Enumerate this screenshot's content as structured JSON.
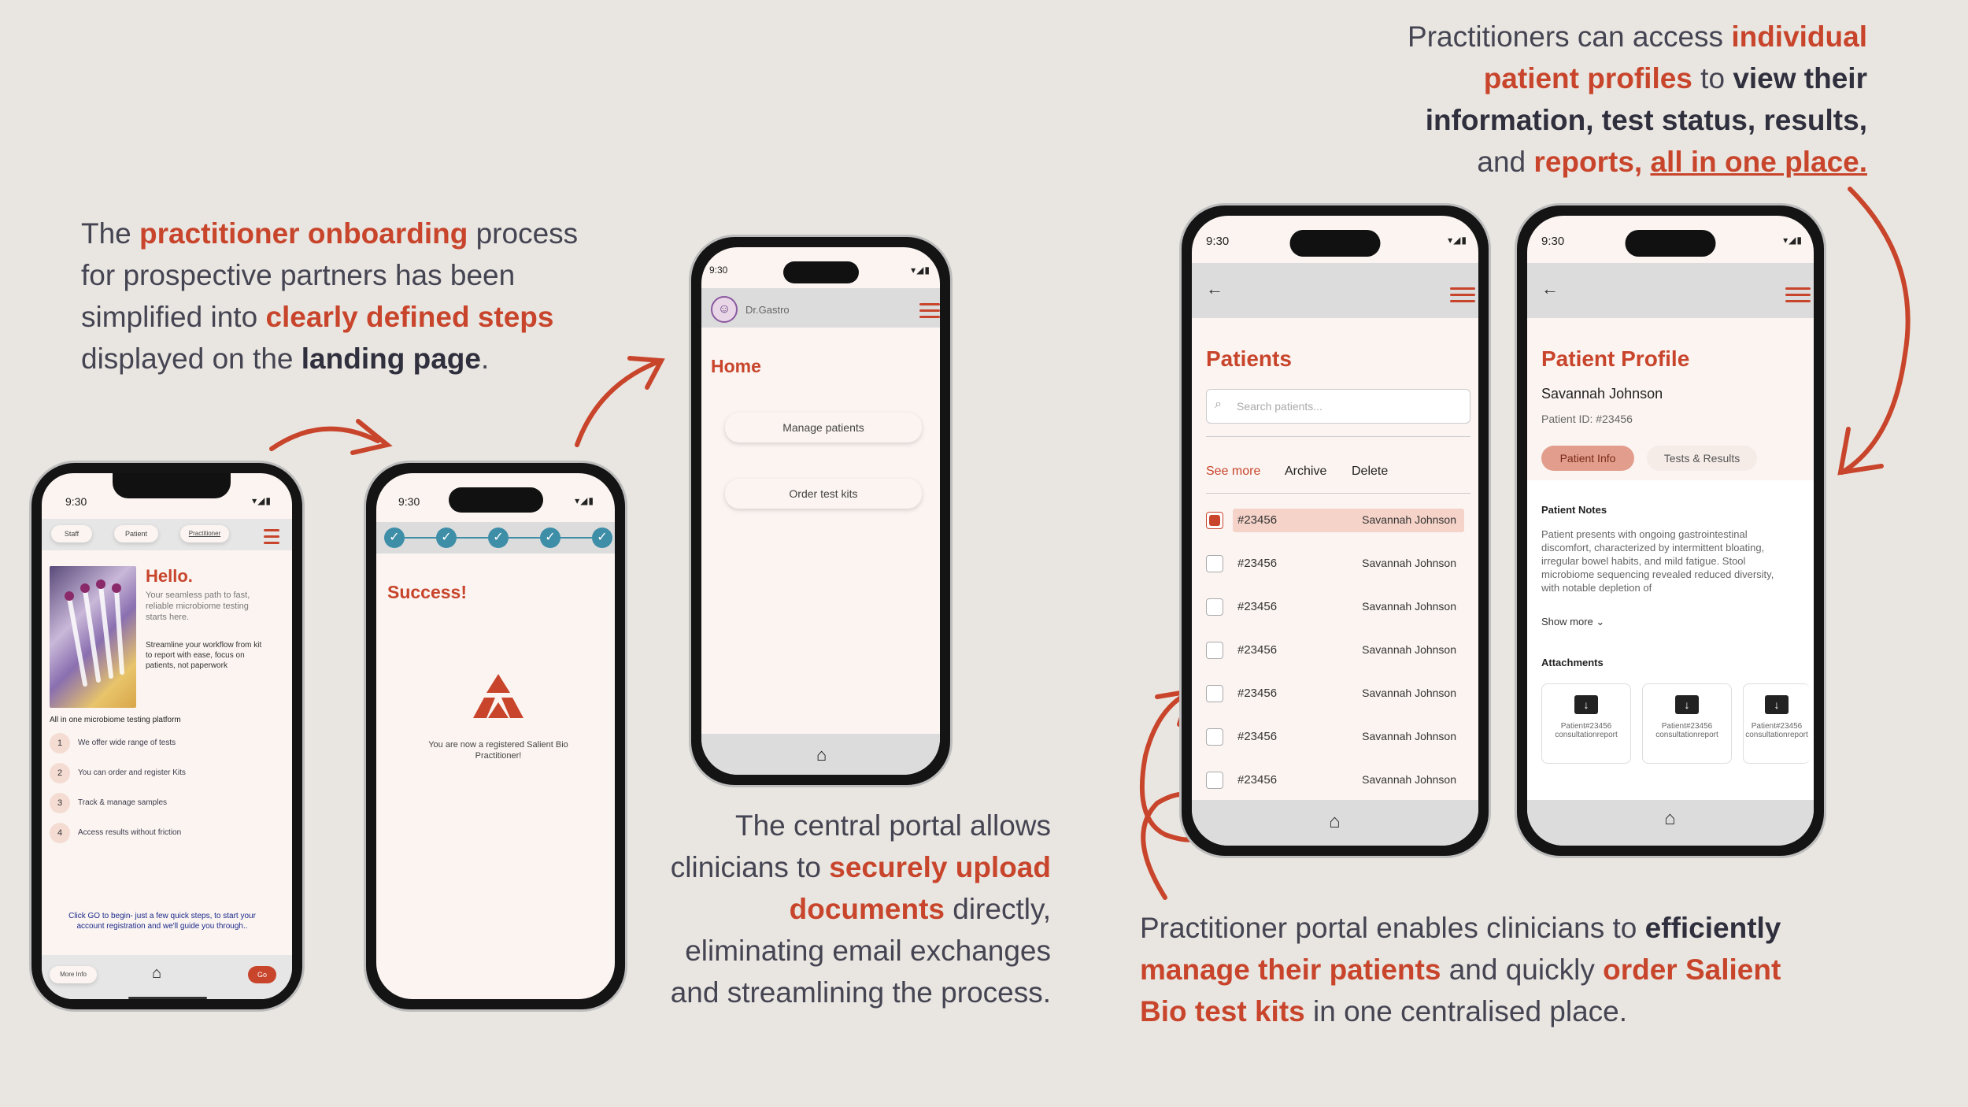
{
  "captions": {
    "onboarding": {
      "l1a": "The ",
      "l1b": "practitioner onboarding",
      "l1c": " process",
      "l2": "for prospective partners has been",
      "l3a": "simplified into ",
      "l3b": "clearly defined steps",
      "l4a": "displayed on the ",
      "l4b": "landing page",
      "l4c": "."
    },
    "portal": {
      "l1": "The central portal allows",
      "l2a": "clinicians to ",
      "l2b": "securely upload",
      "l3a": "documents",
      "l3b": " directly,",
      "l4": "eliminating email exchanges",
      "l5": "and streamlining the process."
    },
    "profiles": {
      "l1a": "Practitioners can access ",
      "l1b": "individual",
      "l2a": "patient profiles",
      "l2b": " to ",
      "l2c": "view their",
      "l3": "information, test status, results,",
      "l4a": "and ",
      "l4b": "reports,",
      "l4c": " ",
      "l4d": "all in one place."
    },
    "manage": {
      "l1a": "Practitioner portal enables clinicians to ",
      "l1b": "efficiently",
      "l2a": "manage their patients",
      "l2b": " and quickly ",
      "l2c": "order Salient",
      "l3a": "Bio test kits",
      "l3b": " in one centralised place."
    }
  },
  "status_time": "9:30",
  "landing": {
    "tabs": [
      "Staff",
      "Patient",
      "Practitioner"
    ],
    "hello": "Hello.",
    "tagline": "Your seamless path to fast, reliable microbiome testing starts here.",
    "workflow": "Streamline your workflow from kit to report with ease, focus on patients, not paperwork",
    "platform": "All in one microbiome testing platform",
    "steps": [
      {
        "n": "1",
        "text": "We offer wide range of tests"
      },
      {
        "n": "2",
        "text": "You can order and register Kits"
      },
      {
        "n": "3",
        "text": "Track & manage samples"
      },
      {
        "n": "4",
        "text": "Access results without friction"
      }
    ],
    "cta": "Click GO to begin- just a few quick steps, to start your account registration and we'll guide you through..",
    "more_info": "More Info",
    "go": "Go"
  },
  "success": {
    "title": "Success!",
    "message": "You are now a registered Salient Bio Practitioner!"
  },
  "home": {
    "user": "Dr.Gastro",
    "title": "Home",
    "manage": "Manage patients",
    "order": "Order test kits"
  },
  "patients": {
    "title": "Patients",
    "search_placeholder": "Search patients...",
    "actions": [
      "See more",
      "Archive",
      "Delete"
    ],
    "rows": [
      {
        "id": "#23456",
        "name": "Savannah Johnson"
      },
      {
        "id": "#23456",
        "name": "Savannah Johnson"
      },
      {
        "id": "#23456",
        "name": "Savannah Johnson"
      },
      {
        "id": "#23456",
        "name": "Savannah Johnson"
      },
      {
        "id": "#23456",
        "name": "Savannah Johnson"
      },
      {
        "id": "#23456",
        "name": "Savannah Johnson"
      },
      {
        "id": "#23456",
        "name": "Savannah Johnson"
      }
    ]
  },
  "profile": {
    "title": "Patient Profile",
    "name": "Savannah Johnson",
    "patient_id": "Patient ID: #23456",
    "tab_info": "Patient Info",
    "tab_tests": "Tests & Results",
    "notes_title": "Patient Notes",
    "notes": "Patient presents with ongoing gastrointestinal discomfort, characterized by intermittent bloating, irregular bowel habits, and mild fatigue. Stool microbiome sequencing revealed reduced diversity, with notable depletion of",
    "show_more": "Show more",
    "attachments_title": "Attachments",
    "attachments": [
      "Patient#23456 consultationreport",
      "Patient#23456 consultationreport",
      "Patient#23456 consultationreport"
    ]
  },
  "colors": {
    "accent": "#c8452c",
    "check": "#3e8ea8",
    "bg": "#e9e6e1"
  }
}
